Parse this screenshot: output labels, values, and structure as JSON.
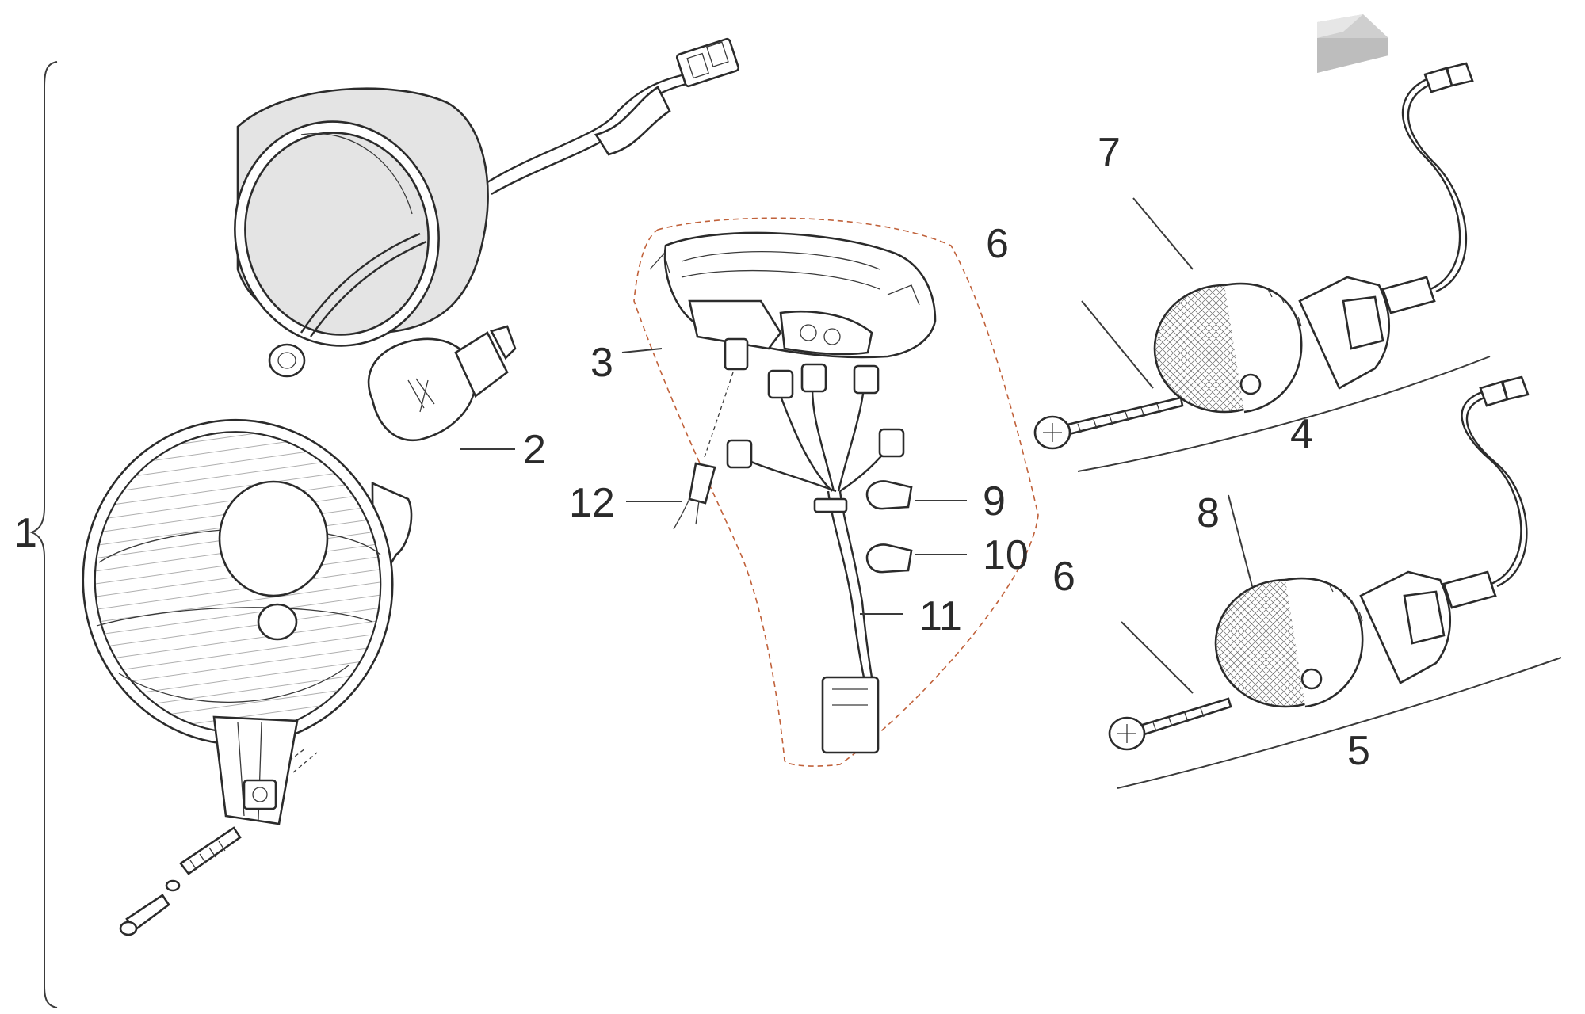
{
  "callouts": {
    "c1": "1",
    "c2": "2",
    "c3": "3",
    "c4": "4",
    "c5": "5",
    "c6a": "6",
    "c6b": "6",
    "c7": "7",
    "c8": "8",
    "c9": "9",
    "c10": "10",
    "c11": "11",
    "c12": "12"
  },
  "colors": {
    "line": "#2b2b2b",
    "group_outline": "#c0613a",
    "shade": "#e4e4e4",
    "direction_arrow": "#c8c8c8"
  },
  "icons": {
    "direction": "direction-arrow-icon"
  }
}
